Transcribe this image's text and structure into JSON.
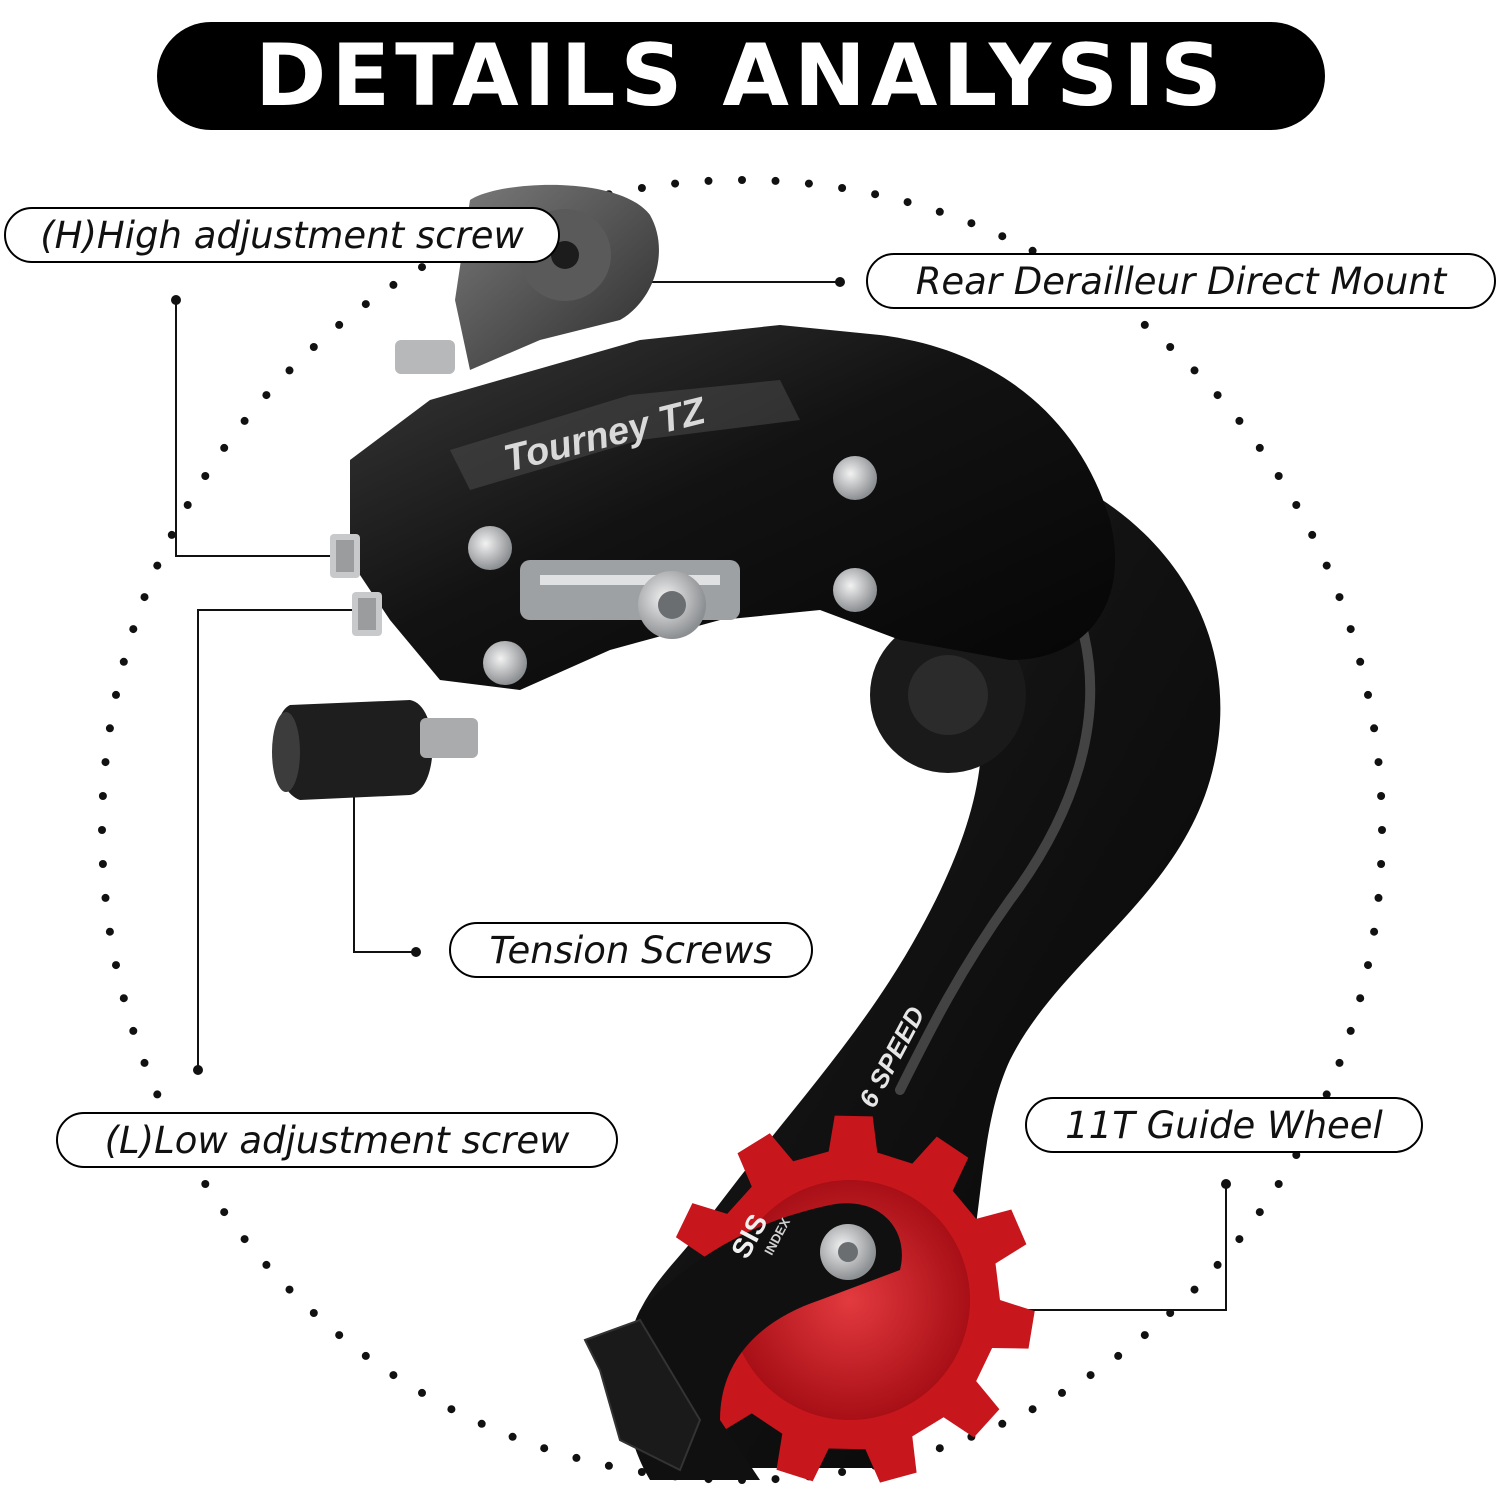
{
  "title": "DETAILS ANALYSIS",
  "callouts": {
    "high_screw": "(H)High adjustment screw",
    "direct_mount": "Rear Derailleur Direct Mount",
    "tension_screws": "Tension Screws",
    "low_screw": "(L)Low adjustment screw",
    "guide_wheel": "11T Guide Wheel"
  },
  "product_markings": {
    "model": "Tourney TZ",
    "speed": "6 SPEED",
    "system_top": "SIS",
    "system_bottom": "INDEX"
  },
  "colors": {
    "banner": "#000000",
    "derailleur_body": "#141414",
    "pulley_wheel": "#c8161d",
    "metal": "#b9bcbf"
  }
}
